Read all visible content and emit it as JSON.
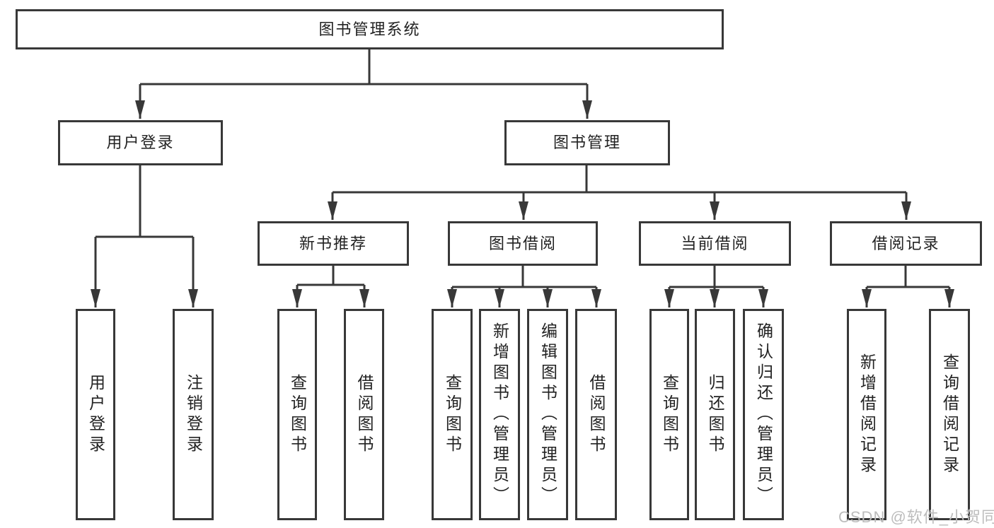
{
  "diagram": {
    "title": "图书管理系统",
    "branches": [
      {
        "label": "用户登录",
        "children": [
          "用户登录",
          "注销登录"
        ]
      },
      {
        "label": "图书管理",
        "groups": [
          {
            "label": "新书推荐",
            "children": [
              "查询图书",
              "借阅图书"
            ]
          },
          {
            "label": "图书借阅",
            "children": [
              "查询图书",
              "新增图书（管理员）",
              "编辑图书（管理员）",
              "借阅图书"
            ]
          },
          {
            "label": "当前借阅",
            "children": [
              "查询图书",
              "归还图书",
              "确认归还（管理员）"
            ]
          },
          {
            "label": "借阅记录",
            "children": [
              "新增借阅记录",
              "查询借阅记录"
            ]
          }
        ]
      }
    ]
  },
  "watermark": {
    "text": "CSDN @软件_小贺同学",
    "color": "#bdbdbd"
  },
  "colors": {
    "line": "#383838",
    "box_border": "#383838",
    "box_background": "#ffffff",
    "text": "#222222",
    "page_background": "#ffffff"
  }
}
